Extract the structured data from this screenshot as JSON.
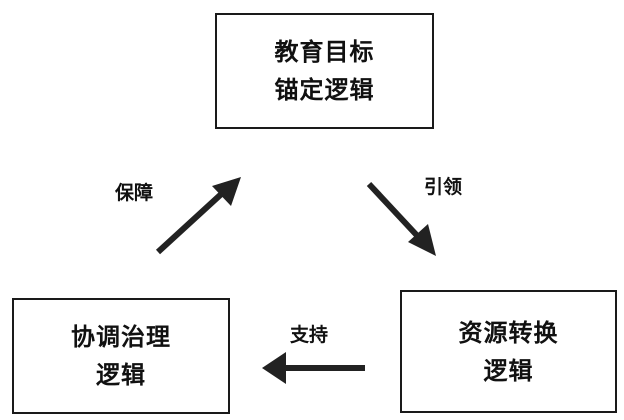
{
  "nodes": {
    "top": {
      "line1": "教育目标",
      "line2": "锚定逻辑"
    },
    "right": {
      "line1": "资源转换",
      "line2": "逻辑"
    },
    "left": {
      "line1": "协调治理",
      "line2": "逻辑"
    }
  },
  "edges": {
    "left_to_top": {
      "label": "保障"
    },
    "top_to_right": {
      "label": "引领"
    },
    "right_to_left": {
      "label": "支持"
    }
  },
  "colors": {
    "arrow": "#222222",
    "border": "#1a1a1a"
  }
}
